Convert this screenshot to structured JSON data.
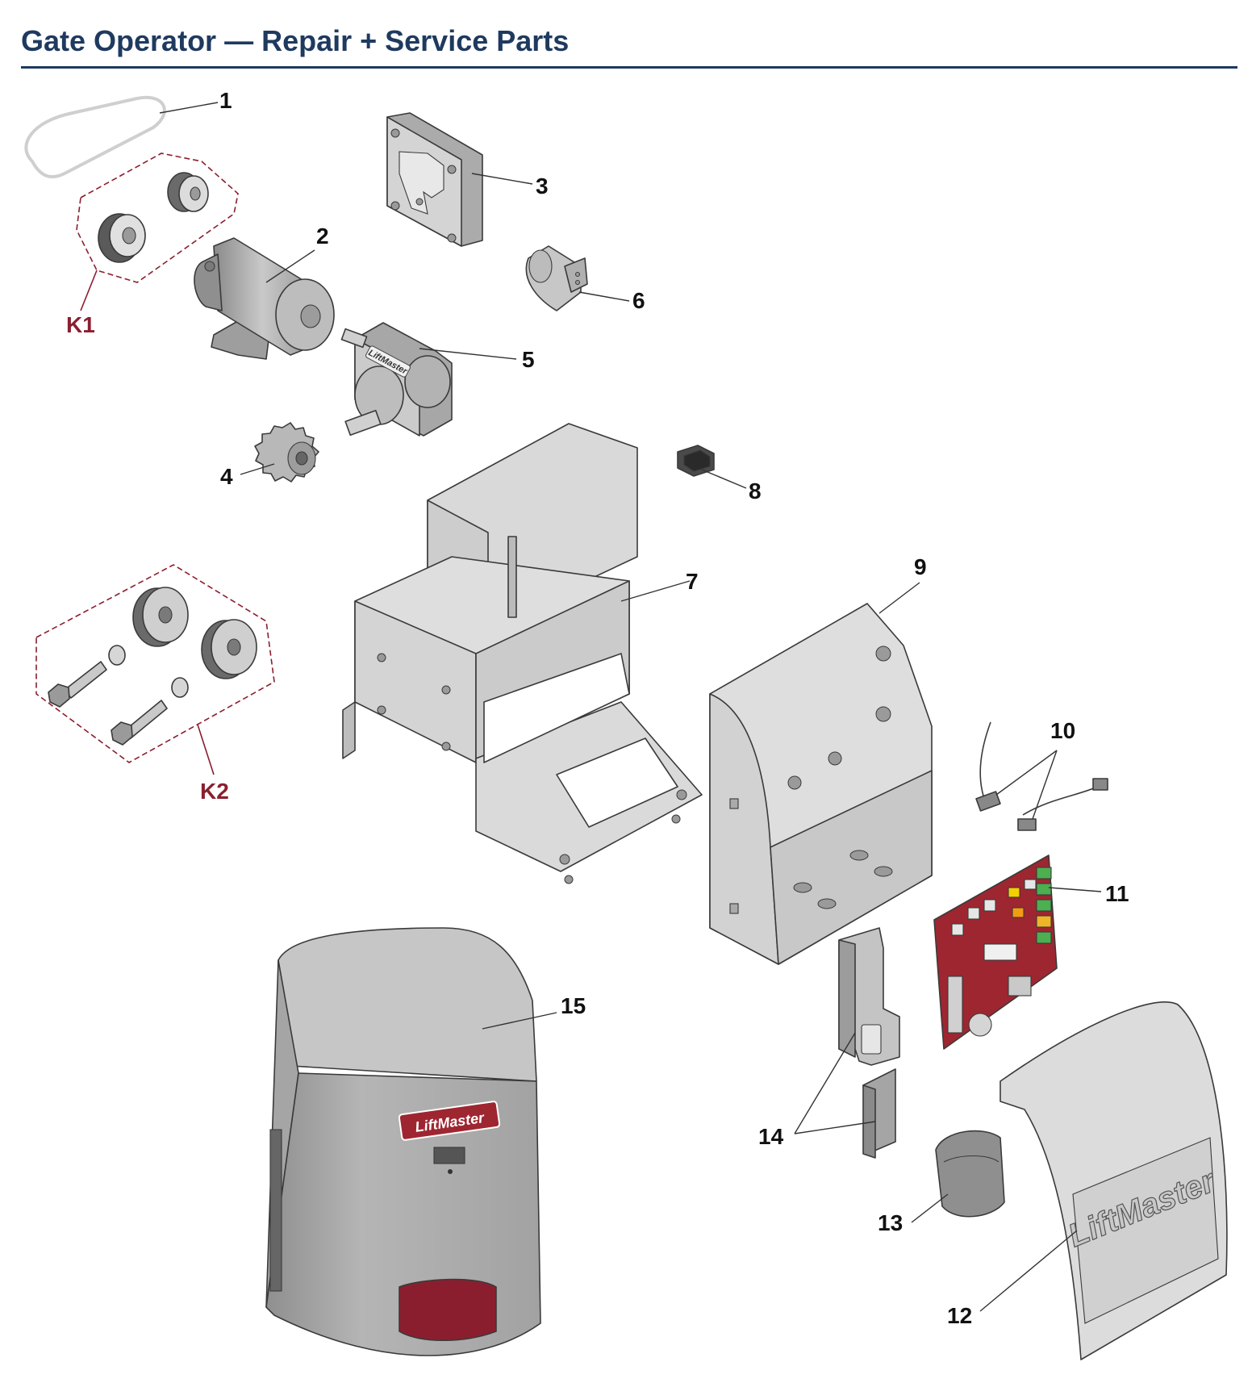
{
  "page": {
    "title": "Gate Operator — Repair + Service Parts"
  },
  "brand": {
    "logo": "LiftMaster"
  },
  "colors": {
    "title": "#1f3a5f",
    "kit_accent": "#8b1e2e",
    "board": "#9e2630",
    "steel": "#d4d4d4"
  },
  "callouts": [
    {
      "id": "1",
      "part": "belt"
    },
    {
      "id": "2",
      "part": "motor"
    },
    {
      "id": "3",
      "part": "plate"
    },
    {
      "id": "4",
      "part": "sprocket"
    },
    {
      "id": "5",
      "part": "gearbox"
    },
    {
      "id": "6",
      "part": "capacitor"
    },
    {
      "id": "7",
      "part": "chassis"
    },
    {
      "id": "8",
      "part": "rocker-switch"
    },
    {
      "id": "9",
      "part": "control-box"
    },
    {
      "id": "10",
      "part": "cables"
    },
    {
      "id": "11",
      "part": "control-board"
    },
    {
      "id": "12",
      "part": "control-box-cover"
    },
    {
      "id": "13",
      "part": "transformer"
    },
    {
      "id": "14",
      "part": "outlet-bracket"
    },
    {
      "id": "15",
      "part": "operator-cover"
    }
  ],
  "kits": [
    {
      "id": "K1",
      "part": "pulley-kit"
    },
    {
      "id": "K2",
      "part": "roller-kit"
    }
  ]
}
